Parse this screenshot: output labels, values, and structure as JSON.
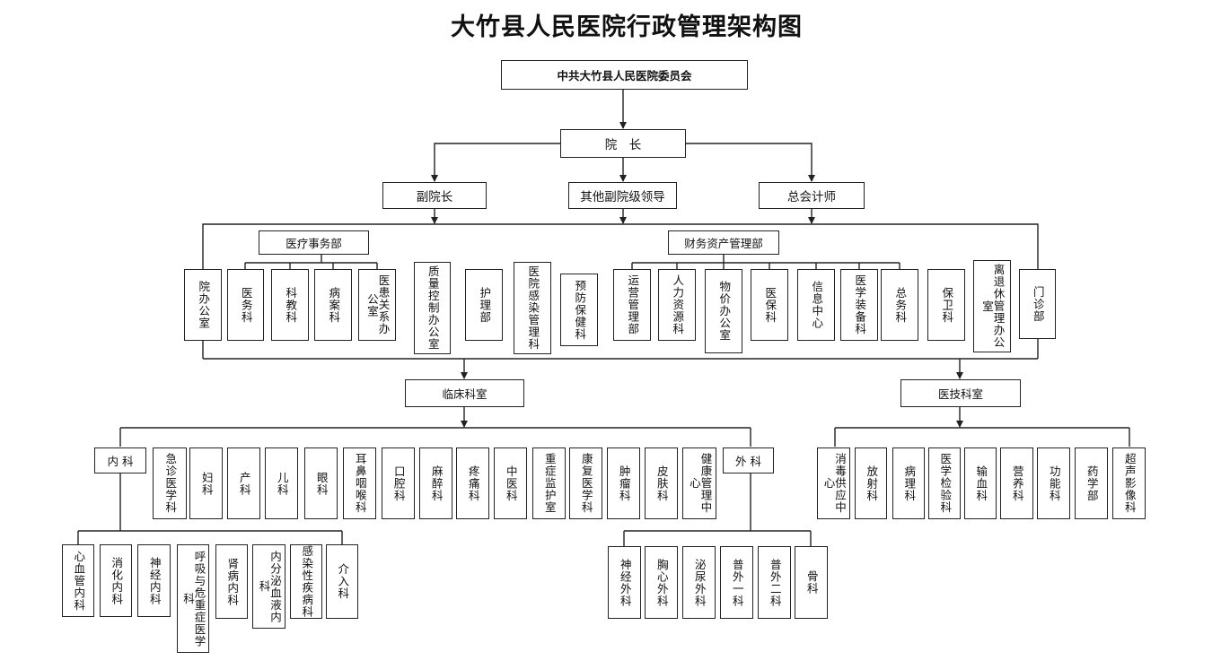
{
  "title": "大竹县人民医院行政管理架构图",
  "top": {
    "committee": "中共大竹县人民医院委员会",
    "president": "院　长",
    "vice_president": "副院长",
    "other_leaders": "其他副院级领导",
    "chief_accountant": "总会计师"
  },
  "groups": {
    "medical_affairs": "医疗事务部",
    "finance_assets": "财务资产管理部",
    "clinical": "临床科室",
    "medtech": "医技科室",
    "internal": "内 科",
    "surgery": "外 科"
  },
  "admin_depts": [
    "院办公室",
    "医务科",
    "科教科",
    "病案科",
    "医患关系办公室",
    "质量控制办公室",
    "护理部",
    "医院感染管理科",
    "预防保健科",
    "运营管理部",
    "人力资源科",
    "物价办公室",
    "医保科",
    "信息中心",
    "医学装备科",
    "总务科",
    "保卫科",
    "离退休管理办公室",
    "门诊部"
  ],
  "clinical_depts": [
    "急诊医学科",
    "妇科",
    "产科",
    "儿科",
    "眼科",
    "耳鼻咽喉科",
    "口腔科",
    "麻醉科",
    "疼痛科",
    "中医科",
    "重症监护室",
    "康复医学科",
    "肿瘤科",
    "皮肤科",
    "健康管理中心"
  ],
  "internal_subs": [
    "心血管内科",
    "消化内科",
    "神经内科",
    "呼吸与危重症医学科",
    "肾病内科",
    "内分泌血液内科",
    "感染性疾病科",
    "介入科"
  ],
  "surgery_subs": [
    "神经外科",
    "胸心外科",
    "泌尿外科",
    "普外一科",
    "普外二科",
    "骨科"
  ],
  "medtech_depts": [
    "消毒供应中心",
    "放射科",
    "病理科",
    "医学检验科",
    "输血科",
    "营养科",
    "功能科",
    "药学部",
    "超声影像科"
  ]
}
